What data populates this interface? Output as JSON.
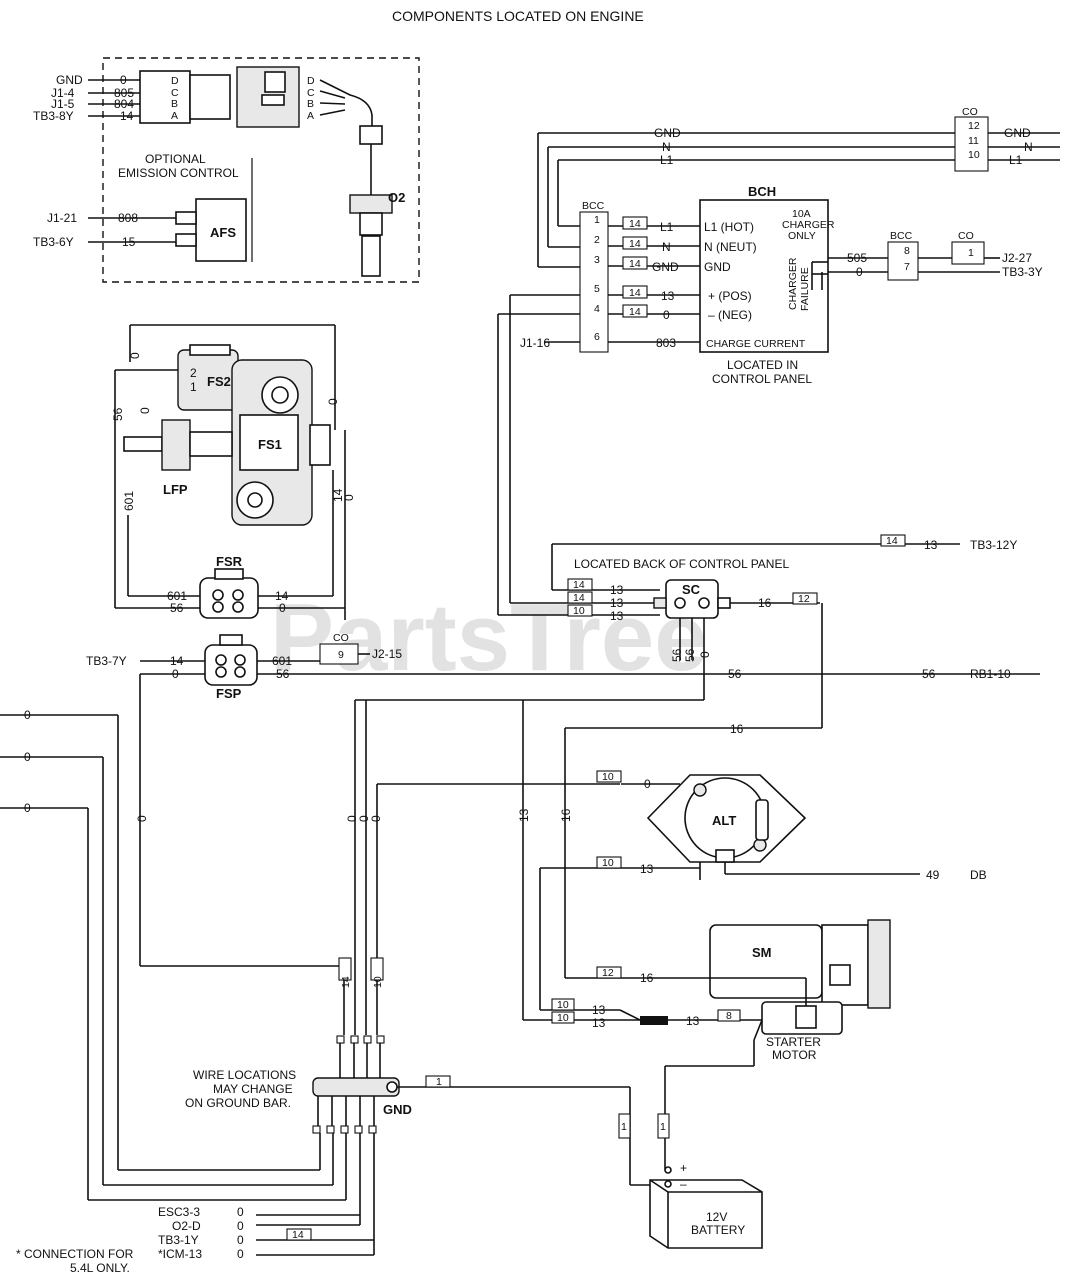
{
  "title": "COMPONENTS LOCATED ON ENGINE",
  "watermark": "PartsTree",
  "o2": {
    "label": "O2",
    "pins": [
      "D",
      "C",
      "B",
      "A"
    ],
    "wires": [
      "0",
      "805",
      "804",
      "14"
    ],
    "sources": [
      "GND",
      "J1-4",
      "J1-5",
      "TB3-8Y"
    ]
  },
  "emission": {
    "caption_1": "OPTIONAL",
    "caption_2": "EMISSION CONTROL",
    "afs_label": "AFS",
    "wire_1": "808",
    "wire_2": "15",
    "source_1": "J1-21",
    "source_2": "TB3-6Y"
  },
  "fuel": {
    "fs2": "FS2",
    "fs1": "FS1",
    "lfp": "LFP",
    "fsr": "FSR",
    "fsp": "FSP",
    "pin_2": "2",
    "pin_1": "1",
    "w0": "0",
    "w56": "56",
    "w601": "601",
    "w14": "14"
  },
  "fsp": {
    "src_left_1": "TB3-7Y",
    "left_wire_1": "14",
    "left_wire_2": "0",
    "right_wire_1": "601",
    "right_wire_2": "56",
    "co_label": "CO",
    "co_pin": "9",
    "co_dest": "J2-15"
  },
  "bch": {
    "title": "BCH",
    "rows": [
      "L1 (HOT)",
      "N (NEUT)",
      "GND",
      "+ (POS)",
      "– (NEG)",
      "CHARGE CURRENT"
    ],
    "charger_note_1": "10A",
    "charger_note_2": "CHARGER",
    "charger_note_3": "ONLY",
    "failure_label_1": "CHARGER",
    "failure_label_2": "FAILURE",
    "located_1": "LOCATED IN",
    "located_2": "CONTROL PANEL"
  },
  "bcc": {
    "label": "BCC",
    "pins": [
      "1",
      "2",
      "3",
      "5",
      "4",
      "6"
    ],
    "tags": [
      "14",
      "14",
      "14",
      "14",
      "14"
    ],
    "wires": [
      "L1",
      "N",
      "GND",
      "13",
      "0",
      "803"
    ],
    "j1_16": "J1-16",
    "right_label": "BCC",
    "right_pins": [
      "8",
      "7"
    ],
    "right_wires": [
      "505",
      "0"
    ]
  },
  "co_top": {
    "label": "CO",
    "pins": [
      "12",
      "11",
      "10"
    ],
    "wires": [
      "GND",
      "N",
      "L1"
    ],
    "out": [
      "GND",
      "N",
      "L1"
    ]
  },
  "co_right": {
    "label": "CO",
    "pin": "1",
    "out_1": "J2-27",
    "out_2": "TB3-3Y"
  },
  "sc": {
    "label": "SC",
    "note": "LOCATED BACK OF CONTROL PANEL",
    "tags": [
      "14",
      "14",
      "10"
    ],
    "wires": [
      "13",
      "13",
      "13"
    ],
    "right_wire": "16",
    "right_tag": "12",
    "top_tag": "14",
    "top_wire": "13",
    "top_dest": "TB3-12Y",
    "v1": "56",
    "v2": "56",
    "v3": "0"
  },
  "rb": {
    "wire_left": "56",
    "wire_right": "56",
    "dest": "RB1-10"
  },
  "alt": {
    "label": "ALT",
    "tag_1": "10",
    "wire_1": "0",
    "tag_2": "10",
    "wire_2": "13",
    "out_wire": "49",
    "out_dest": "DB",
    "w16": "16"
  },
  "sm": {
    "label": "SM",
    "caption_1": "STARTER",
    "caption_2": "MOTOR",
    "tag_12": "12",
    "wire_16": "16",
    "tag_10a": "10",
    "wire_13a": "13",
    "tag_10b": "10",
    "wire_13b": "13",
    "wire_13c": "13",
    "tag_8": "8"
  },
  "ground": {
    "label": "GND",
    "note_1": "WIRE LOCATIONS",
    "note_2": "MAY CHANGE",
    "note_3": "ON GROUND BAR.",
    "tag_1": "1",
    "tag_14": "14",
    "tag_10": "10"
  },
  "battery": {
    "label_1": "12V",
    "label_2": "BATTERY",
    "plus": "+",
    "minus": "–",
    "tag_a": "1",
    "tag_b": "1"
  },
  "left_wires": [
    "0",
    "0",
    "0"
  ],
  "vertical_wires": {
    "a": "0",
    "b": "0",
    "c": "0",
    "d": "0",
    "e": "13",
    "f": "16"
  },
  "bottom": {
    "rows": [
      "ESC3-3",
      "O2-D",
      "TB3-1Y",
      "*ICM-13"
    ],
    "wires": [
      "0",
      "0",
      "0",
      "0"
    ],
    "tag": "14",
    "footnote_1": "* CONNECTION FOR",
    "footnote_2": "5.4L ONLY."
  }
}
